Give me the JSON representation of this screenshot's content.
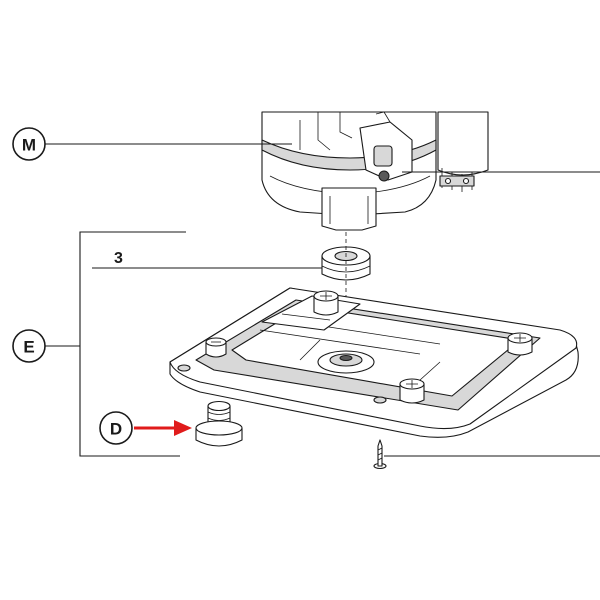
{
  "callouts": {
    "motor": "M",
    "base_assembly": "E",
    "foot": "D",
    "bushing_ref": "3"
  },
  "colors": {
    "line": "#1a1a1a",
    "arrow": "#e01b1b",
    "shade": "#d8d8d8"
  }
}
